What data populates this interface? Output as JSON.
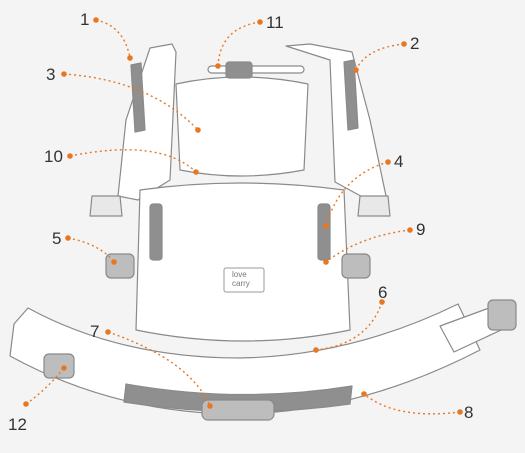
{
  "diagram": {
    "logo_line1": "love",
    "logo_line2": "carry",
    "callouts": [
      "1",
      "2",
      "3",
      "4",
      "5",
      "6",
      "7",
      "8",
      "9",
      "10",
      "11",
      "12"
    ]
  },
  "colors": {
    "background": "#f4f4f4",
    "outline": "#8a8a8a",
    "fabric": "#ffffff",
    "strap_dark": "#8f8f8f",
    "accent": "#e87722",
    "text": "#333333"
  }
}
